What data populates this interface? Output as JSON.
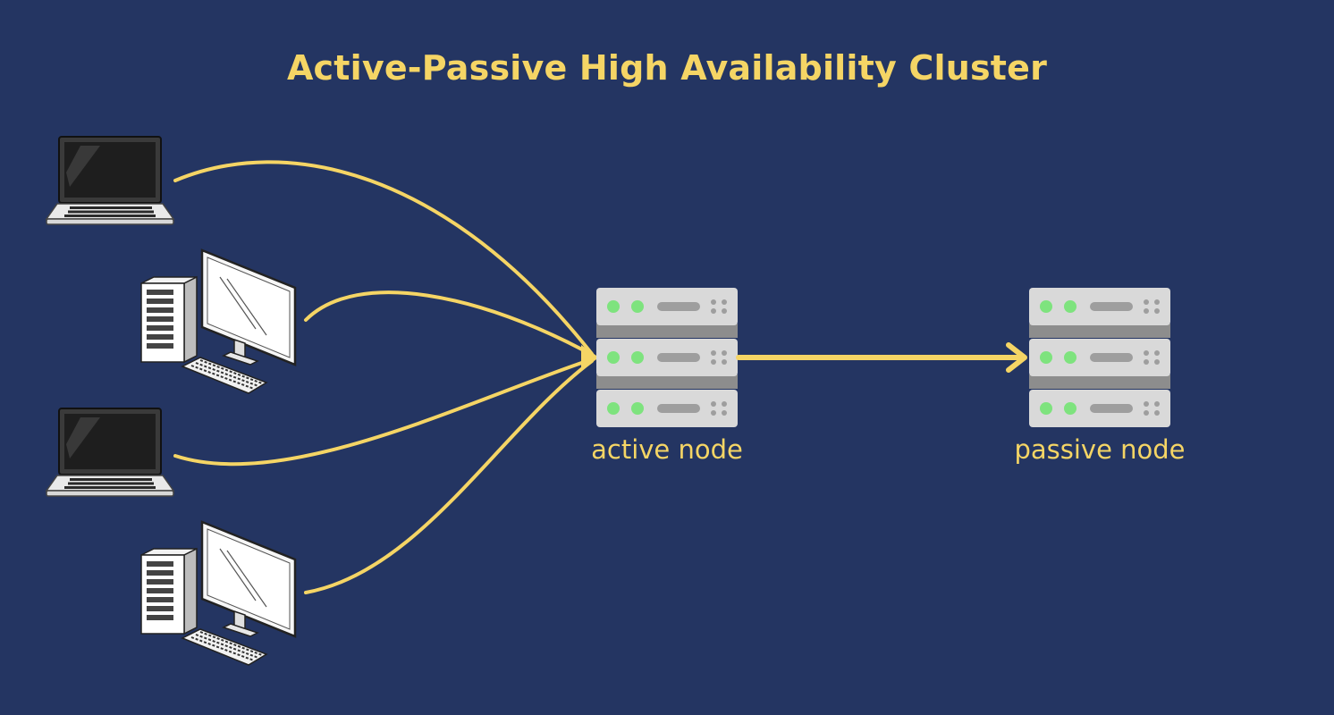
{
  "title": "Active-Passive High Availability Cluster",
  "nodes": {
    "active": {
      "label": "active node"
    },
    "passive": {
      "label": "passive node"
    }
  },
  "clients": [
    {
      "type": "laptop",
      "icon": "laptop-icon"
    },
    {
      "type": "desktop",
      "icon": "desktop-computer-icon"
    },
    {
      "type": "laptop",
      "icon": "laptop-icon"
    },
    {
      "type": "desktop",
      "icon": "desktop-computer-icon"
    }
  ],
  "colors": {
    "background": "#243562",
    "accent": "#f5d565",
    "server_body": "#d9d9d9",
    "server_led": "#7ee37e"
  }
}
